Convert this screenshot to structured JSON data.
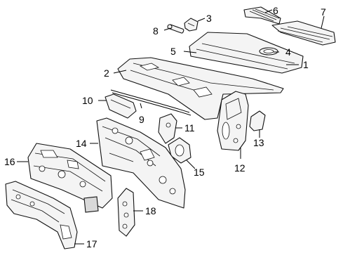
{
  "callouts": [
    {
      "id": "1",
      "label": "1"
    },
    {
      "id": "2",
      "label": "2"
    },
    {
      "id": "3",
      "label": "3"
    },
    {
      "id": "4",
      "label": "4"
    },
    {
      "id": "5",
      "label": "5"
    },
    {
      "id": "6",
      "label": "6"
    },
    {
      "id": "7",
      "label": "7"
    },
    {
      "id": "8",
      "label": "8"
    },
    {
      "id": "9",
      "label": "9"
    },
    {
      "id": "10",
      "label": "10"
    },
    {
      "id": "11",
      "label": "11"
    },
    {
      "id": "12",
      "label": "12"
    },
    {
      "id": "13",
      "label": "13"
    },
    {
      "id": "14",
      "label": "14"
    },
    {
      "id": "15",
      "label": "15"
    },
    {
      "id": "16",
      "label": "16"
    },
    {
      "id": "17",
      "label": "17"
    },
    {
      "id": "18",
      "label": "18"
    }
  ]
}
